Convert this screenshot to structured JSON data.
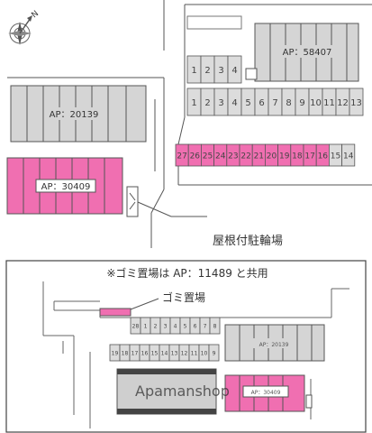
{
  "compass": {
    "north_label": "N"
  },
  "upper_plan": {
    "buildings": [
      {
        "id": "ap58407",
        "label": "AP：58407",
        "highlighted": false
      },
      {
        "id": "ap20139",
        "label": "AP：20139",
        "highlighted": false
      },
      {
        "id": "ap30409",
        "label": "AP：30409",
        "highlighted": true
      }
    ],
    "parking_top_row": [
      "1",
      "2",
      "3",
      "4"
    ],
    "parking_middle_row": [
      "1",
      "2",
      "3",
      "4",
      "5",
      "6",
      "7",
      "8",
      "9",
      "10",
      "11",
      "12",
      "13"
    ],
    "parking_bottom_row": [
      "27",
      "26",
      "25",
      "24",
      "23",
      "22",
      "21",
      "20",
      "19",
      "18",
      "17",
      "16",
      "15",
      "14"
    ],
    "parking_bottom_highlighted": [
      "27",
      "26",
      "25",
      "24",
      "23",
      "22",
      "21",
      "20",
      "19",
      "18",
      "17",
      "16"
    ],
    "bike_shed_label": "屋根付駐輪場"
  },
  "lower_plan": {
    "note": "※ゴミ置場は AP：11489 と共用",
    "garbage_label": "ゴミ置場",
    "buildings": [
      {
        "id": "ap20139",
        "label": "AP：20139"
      },
      {
        "id": "ap30409",
        "label": "AP：30409"
      }
    ],
    "parking_top_row": [
      "28",
      "1",
      "2",
      "3",
      "4",
      "5",
      "6",
      "7",
      "8"
    ],
    "parking_mid_row": [
      "19",
      "18",
      "17",
      "16",
      "15",
      "14",
      "13",
      "12",
      "11",
      "10",
      "9"
    ],
    "watermark": "Apamanshop"
  },
  "colors": {
    "highlight": "#f06fb1",
    "building": "#d5d5d5",
    "line": "#555555"
  }
}
